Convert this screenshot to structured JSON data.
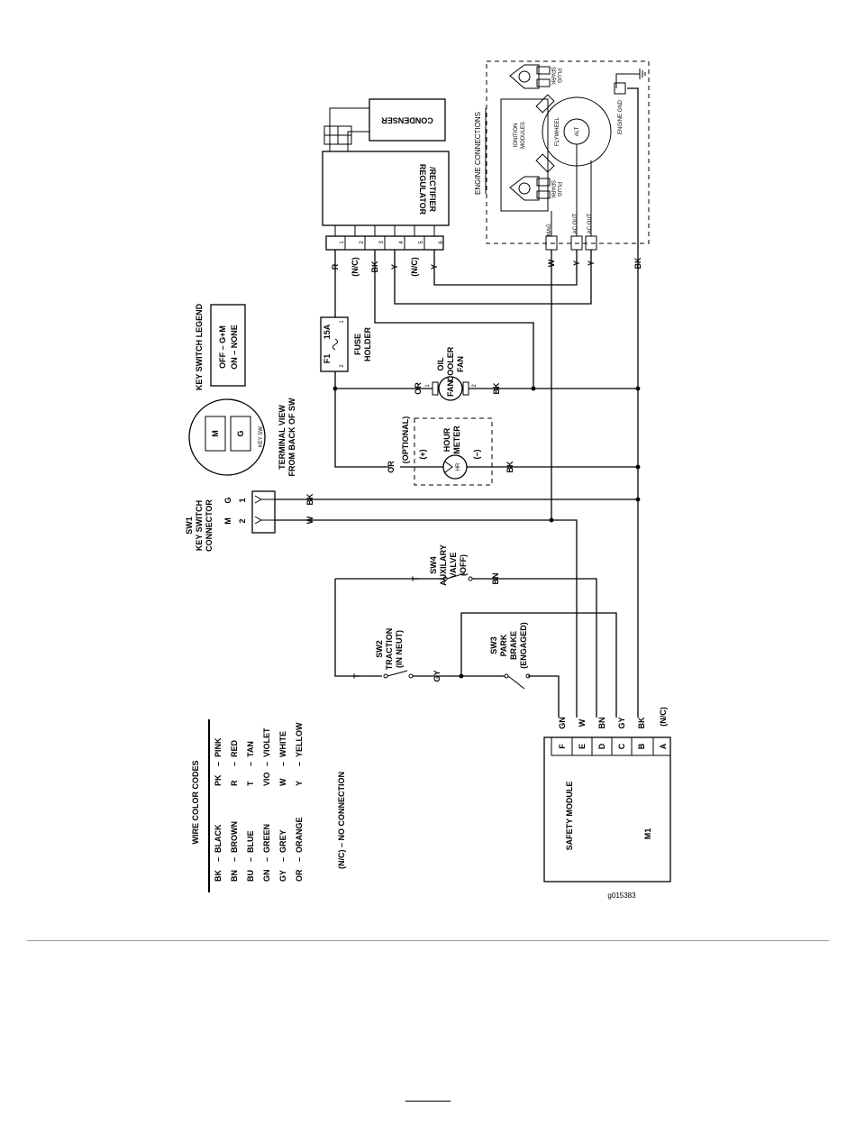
{
  "figure_id": "g015383",
  "labels": {
    "condenser": "CONDENSER",
    "regulator": "REGULATOR",
    "rectifier": "/RECTIFIER",
    "engine_connections": "ENGINE CONNECTIONS",
    "ignition_modules_1": "IGNITION",
    "ignition_modules_2": "MODULES",
    "flywheel": "FLYWHEEL",
    "alt": "ALT",
    "engine_gnd": "ENGINE GND",
    "spark_plug_1": "SPARK",
    "spark_plug_2": "PLUG",
    "mag": "MAG",
    "ac_out": "AC OUT",
    "key_switch_legend": "KEY SWITCH LEGEND",
    "legend_off": "OFF  –  G+M",
    "legend_on": "ON   –  NONE",
    "fuse_f1": "F1",
    "fuse_rating": "15A",
    "fuse_holder_1": "FUSE",
    "fuse_holder_2": "HOLDER",
    "oil_cooler_1": "OIL",
    "oil_cooler_2": "COOLER",
    "oil_cooler_3": "FAN",
    "fan": "FAN",
    "optional": "(OPTIONAL)",
    "plus": "(+)",
    "minus": "(–)",
    "hour_1": "HOUR",
    "hour_2": "METER",
    "hr": "HR",
    "terminal_view_1": "TERMINAL VIEW",
    "terminal_view_2": "FROM BACK OF SW",
    "key_sw": "KEY SW.",
    "sw1_1": "SW1",
    "sw1_2": "KEY SWITCH",
    "sw1_3": "CONNECTOR",
    "sw4_1": "SW4",
    "sw4_2": "AUXILARY",
    "sw4_3": "VALVE",
    "sw4_4": "(OFF)",
    "sw2_1": "SW2",
    "sw2_2": "TRACTION",
    "sw2_3": "(IN NEUT)",
    "sw3_1": "SW3",
    "sw3_2": "PARK",
    "sw3_3": "BRAKE",
    "sw3_4": "(ENGAGED)",
    "safety_module": "SAFETY MODULE",
    "m1": "M1",
    "wire_codes_title": "WIRE COLOR CODES",
    "nc_note": "(N/C) – NO CONNECTION",
    "M": "M",
    "G": "G",
    "nc": "(N/C)",
    "one": "1",
    "two": "2"
  },
  "regulator_pins": [
    "1",
    "2",
    "3",
    "4",
    "5",
    "6"
  ],
  "regulator_wires": [
    "R",
    "(N/C)",
    "BK",
    "Y",
    "(N/C)",
    "Y"
  ],
  "engine_wires": [
    "W",
    "Y",
    "Y",
    "BK"
  ],
  "safety_pins": [
    "F",
    "E",
    "D",
    "C",
    "B",
    "A"
  ],
  "safety_wires": [
    "GN",
    "W",
    "BN",
    "GY",
    "BK",
    "(N/C)"
  ],
  "wire_tags": {
    "or1": "OR",
    "bk1": "BK",
    "or2": "OR",
    "bk2": "BK",
    "bk_sw1": "BK",
    "w_sw1": "W",
    "t_sw4": "T",
    "bn_sw4": "BN",
    "t_sw2": "T",
    "gy_sw2": "GY"
  },
  "wire_color_codes": [
    [
      "BK",
      "BLACK"
    ],
    [
      "BN",
      "BROWN"
    ],
    [
      "BU",
      "BLUE"
    ],
    [
      "GN",
      "GREEN"
    ],
    [
      "GY",
      "GREY"
    ],
    [
      "OR",
      "ORANGE"
    ],
    [
      "PK",
      "PINK"
    ],
    [
      "R",
      "RED"
    ],
    [
      "T",
      "TAN"
    ],
    [
      "VIO",
      "VIOLET"
    ],
    [
      "W",
      "WHITE"
    ],
    [
      "Y",
      "YELLOW"
    ]
  ]
}
